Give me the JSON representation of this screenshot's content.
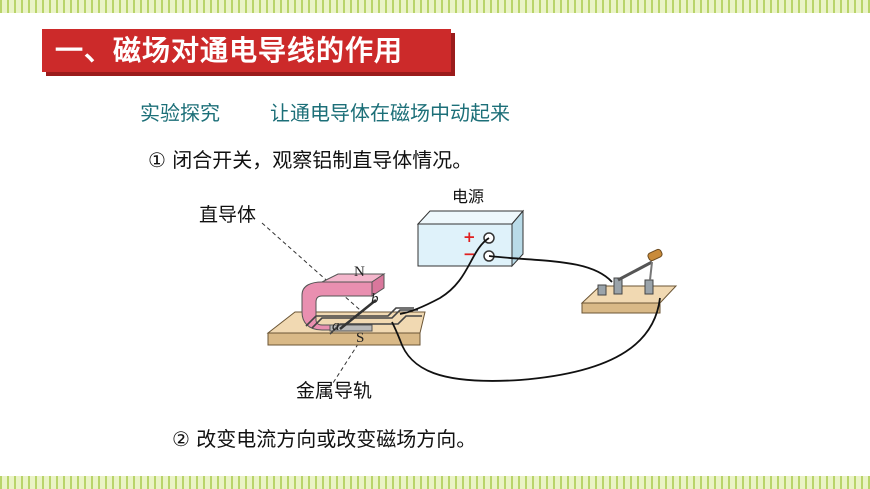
{
  "header": {
    "title": "一、磁场对通电导线的作用"
  },
  "subtitle": {
    "left": "实验探究",
    "right": "让通电导体在磁场中动起来"
  },
  "steps": {
    "step1": "①  闭合开关，观察铝制直导体情况。",
    "step2": "②  改变电流方向或改变磁场方向。"
  },
  "figure": {
    "power_label": "电源",
    "conductor_label": "直导体",
    "rail_label": "金属导轨",
    "north": "N",
    "south": "S",
    "plus": "+",
    "minus": "−",
    "point_a": "a",
    "point_b": "b"
  },
  "colors": {
    "title_bg": "#cc2a2a",
    "subtitle_text": "#1c6f78",
    "stripe": "#b9d46a",
    "magnet": "#e98fb0",
    "power_box": "#dff2fa",
    "base_board": "#f1d9b2"
  }
}
